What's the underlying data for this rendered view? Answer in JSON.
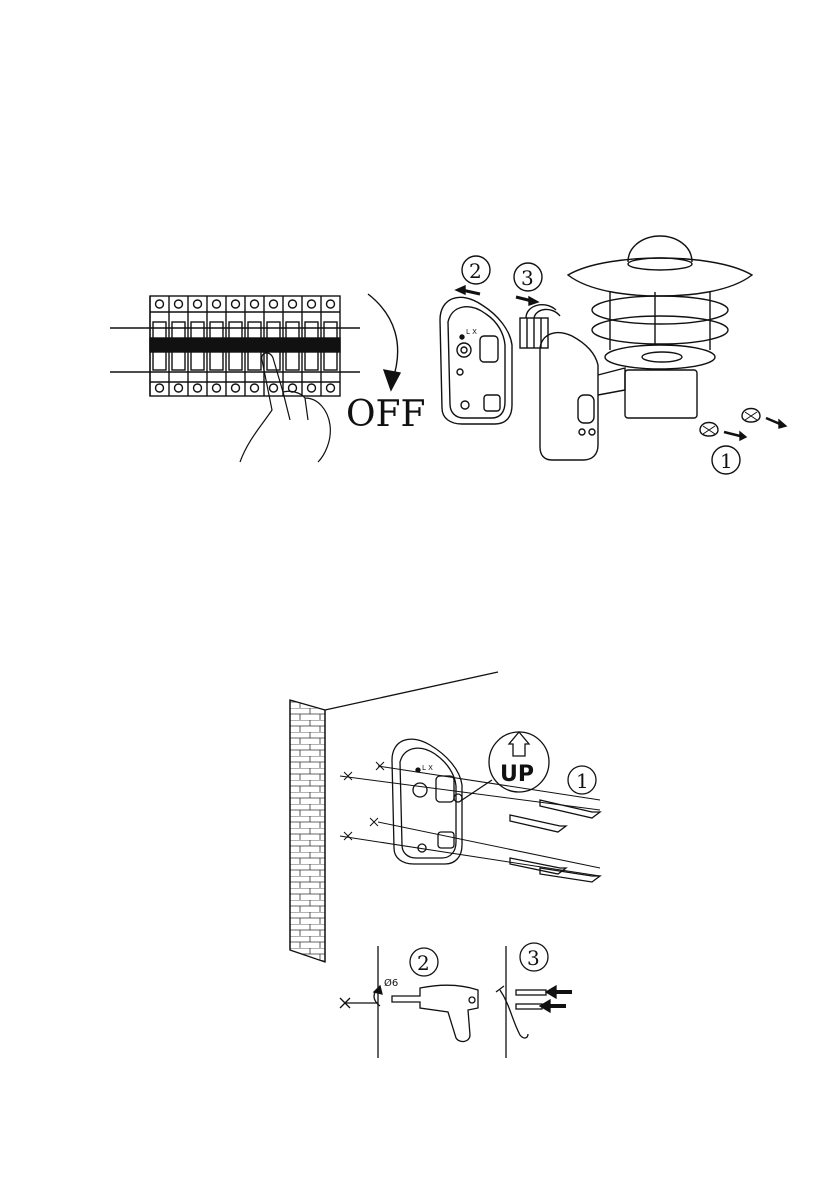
{
  "figure1": {
    "off_label": "OFF",
    "steps": [
      "1",
      "2",
      "3"
    ],
    "sensor_marks": "L X"
  },
  "figure2": {
    "up_label": "UP",
    "steps": [
      "1",
      "2",
      "3"
    ],
    "drill_size": "Ø6",
    "sensor_marks": "L X"
  }
}
